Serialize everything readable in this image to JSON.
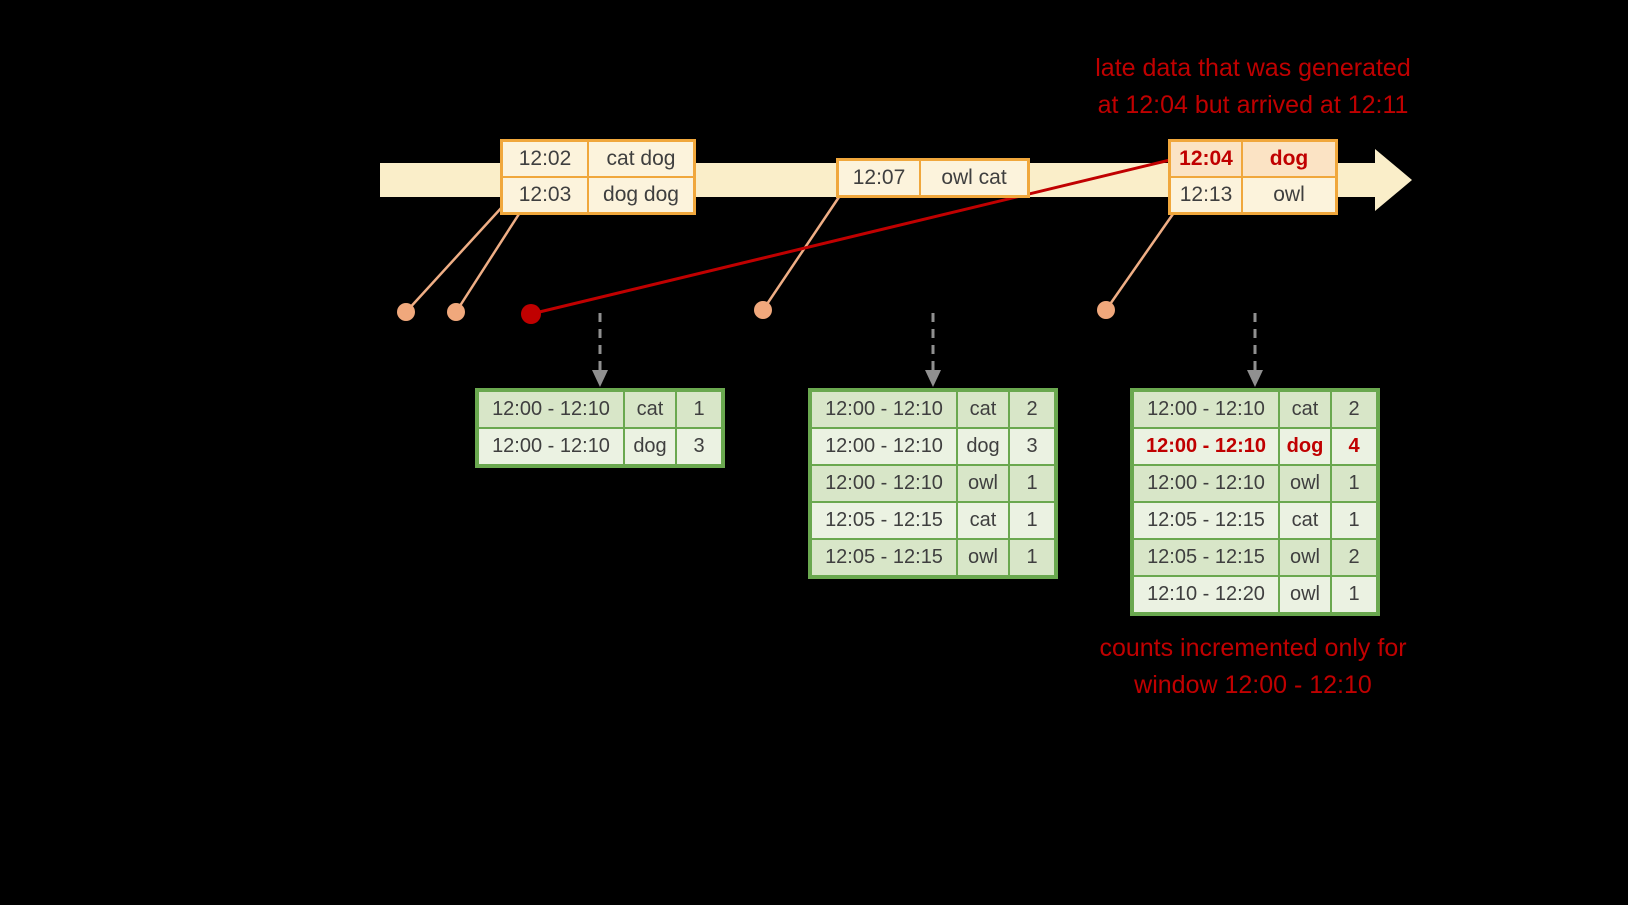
{
  "annotations": {
    "late_data": [
      "late data that was generated",
      "at 12:04 but arrived at 12:11"
    ],
    "counts_incremented": [
      "counts incremented only for",
      "window 12:00 - 12:10"
    ]
  },
  "event_boxes": [
    {
      "rows": [
        {
          "time": "12:02",
          "words": "cat dog"
        },
        {
          "time": "12:03",
          "words": "dog dog"
        }
      ]
    },
    {
      "rows": [
        {
          "time": "12:07",
          "words": "owl cat"
        }
      ]
    },
    {
      "rows": [
        {
          "time": "12:04",
          "words": "dog",
          "late": true
        },
        {
          "time": "12:13",
          "words": "owl"
        }
      ]
    }
  ],
  "result_tables": [
    {
      "rows": [
        {
          "window": "12:00 - 12:10",
          "word": "cat",
          "count": "1"
        },
        {
          "window": "12:00 - 12:10",
          "word": "dog",
          "count": "3"
        }
      ]
    },
    {
      "rows": [
        {
          "window": "12:00 - 12:10",
          "word": "cat",
          "count": "2"
        },
        {
          "window": "12:00 - 12:10",
          "word": "dog",
          "count": "3"
        },
        {
          "window": "12:00 - 12:10",
          "word": "owl",
          "count": "1"
        },
        {
          "window": "12:05 - 12:15",
          "word": "cat",
          "count": "1"
        },
        {
          "window": "12:05 - 12:15",
          "word": "owl",
          "count": "1"
        }
      ]
    },
    {
      "rows": [
        {
          "window": "12:00 - 12:10",
          "word": "cat",
          "count": "2"
        },
        {
          "window": "12:00 - 12:10",
          "word": "dog",
          "count": "4",
          "late": true
        },
        {
          "window": "12:00 - 12:10",
          "word": "owl",
          "count": "1"
        },
        {
          "window": "12:05 - 12:15",
          "word": "cat",
          "count": "1"
        },
        {
          "window": "12:05 - 12:15",
          "word": "owl",
          "count": "2"
        },
        {
          "window": "12:10 - 12:20",
          "word": "owl",
          "count": "1"
        }
      ]
    }
  ],
  "colors": {
    "background": "#000000",
    "timeline_fill": "#FAEEC9",
    "event_border": "#F0A73C",
    "event_fill": "#FCF3DC",
    "late_event_fill": "#FBE3C4",
    "red_accent": "#C00000",
    "connector_salmon": "#EFAE85",
    "dot_salmon": "#F0A87C",
    "table_border": "#6AA84F",
    "table_fill_dark": "#D8E6C8",
    "table_fill_light": "#EBF2E2",
    "trigger_arrow_gray": "#909090"
  }
}
